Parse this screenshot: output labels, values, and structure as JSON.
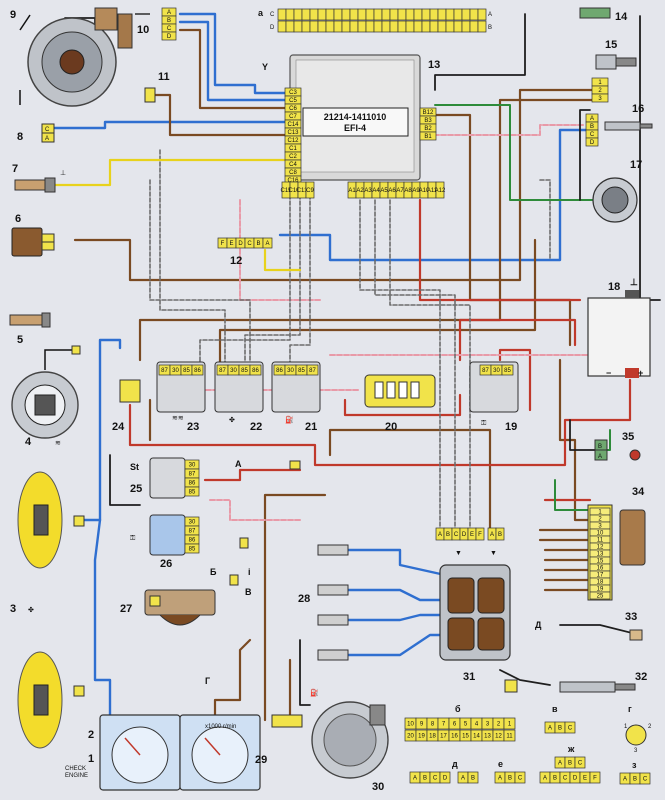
{
  "ecu": {
    "model": "21214-1411010",
    "system": "EFI-4"
  },
  "callouts": [
    "1",
    "2",
    "3",
    "4",
    "5",
    "6",
    "7",
    "8",
    "9",
    "10",
    "11",
    "12",
    "13",
    "14",
    "15",
    "16",
    "17",
    "18",
    "19",
    "20",
    "21",
    "22",
    "23",
    "24",
    "25",
    "26",
    "27",
    "28",
    "29",
    "30",
    "31",
    "32",
    "33",
    "34",
    "35"
  ],
  "letters": {
    "a": "а",
    "b": "б",
    "v": "в",
    "g": "г",
    "d": "д",
    "e": "е",
    "zh": "ж",
    "z": "з",
    "A": "А",
    "B": "Б",
    "V": "В",
    "G": "Г",
    "D": "Д",
    "St": "St"
  },
  "check_engine": [
    "CHECK",
    "ENGINE"
  ],
  "tach_unit": "x1000 r/min",
  "ecu_pins_left": [
    "C3",
    "C5",
    "C6",
    "C7",
    "C14",
    "C13",
    "C12",
    "C1",
    "C2",
    "C4",
    "C8",
    "C16"
  ],
  "ecu_pins_right": [
    "B12",
    "B3",
    "B2",
    "B1"
  ],
  "ecu_pins_bottom_left": [
    "C15",
    "C10",
    "C11",
    "C9"
  ],
  "ecu_pins_bottom_right": [
    "A1",
    "A2",
    "A3",
    "A4",
    "A5",
    "A6",
    "A7",
    "A8",
    "A9",
    "A10",
    "A11",
    "A12"
  ],
  "connector_a": {
    "rows": [
      [
        "C",
        "A"
      ],
      [
        "D",
        "B"
      ]
    ]
  },
  "connector_10": [
    "A",
    "B",
    "C",
    "D"
  ],
  "connector_12": [
    "F",
    "E",
    "D",
    "C",
    "B",
    "A"
  ],
  "connector_15": [
    "1",
    "2",
    "3"
  ],
  "connector_16": [
    "A",
    "B",
    "C",
    "D"
  ],
  "relay_23": [
    "87",
    "30",
    "85",
    "86"
  ],
  "relay_22": [
    "87",
    "30",
    "85",
    "86"
  ],
  "relay_21": [
    "86",
    "30",
    "85",
    "87"
  ],
  "relay_19": [
    "87",
    "30",
    "85"
  ],
  "relay_25": [
    "30",
    "87",
    "86",
    "85"
  ],
  "relay_26": [
    "30",
    "87",
    "86",
    "85"
  ],
  "coil_connector": [
    "A",
    "B",
    "C",
    "D",
    "E",
    "F"
  ],
  "coil_connector_right": [
    "A",
    "B"
  ],
  "block_34": [
    "1",
    "2",
    "3",
    "10",
    "11",
    "12",
    "13",
    "15",
    "16",
    "17",
    "18",
    "19",
    "25"
  ],
  "connector_35": [
    "B",
    "A"
  ],
  "legend_b_top": [
    "10",
    "9",
    "8",
    "7",
    "6",
    "5",
    "4",
    "3",
    "2",
    "1"
  ],
  "legend_b_bottom": [
    "20",
    "19",
    "18",
    "17",
    "16",
    "15",
    "14",
    "13",
    "12",
    "11"
  ],
  "legend_v": [
    "A",
    "B",
    "C"
  ],
  "legend_g": [
    "1",
    "2",
    "3"
  ],
  "legend_d_left": [
    "A",
    "B",
    "C",
    "D"
  ],
  "legend_d_mid": [
    "A",
    "B"
  ],
  "legend_e": [
    "A",
    "B",
    "C"
  ],
  "legend_zh_top": [
    "A",
    "B",
    "C"
  ],
  "legend_zh_bottom": [
    "A",
    "B",
    "C",
    "D",
    "E",
    "F"
  ],
  "legend_z": [
    "A",
    "B",
    "C"
  ],
  "colors": {
    "blue": "#2f6fd0",
    "brown": "#7a4a22",
    "red": "#c0392b",
    "pink": "#e89aa8",
    "green": "#2e8b3a",
    "yellow": "#e8d21c",
    "gray": "#6c6c6c",
    "black": "#1e1e1e",
    "connector": "#f1e34a"
  }
}
